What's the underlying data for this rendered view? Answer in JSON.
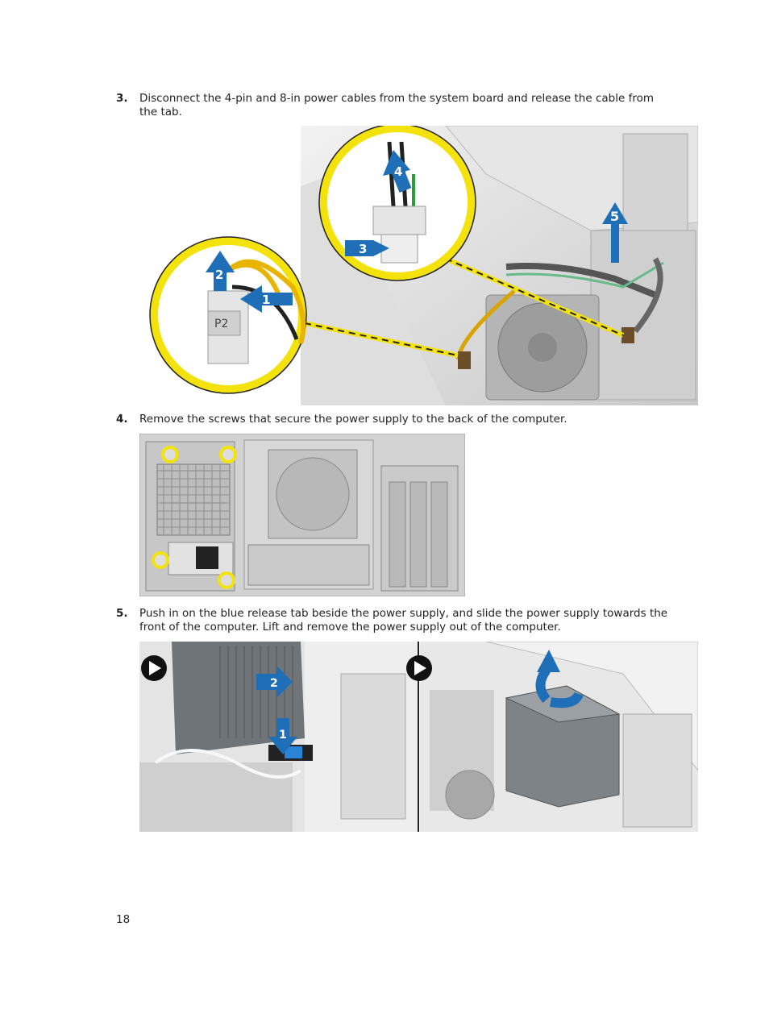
{
  "steps": [
    {
      "number": "3.",
      "text": "Disconnect the 4-pin and 8-in power cables from the system board and release the cable from the tab."
    },
    {
      "number": "4.",
      "text": "Remove the screws that secure the power supply to the back of the computer."
    },
    {
      "number": "5.",
      "text": "Push in on the blue release tab beside the power supply, and slide the power supply towards the front of the computer. Lift and remove the power supply out of the computer."
    }
  ],
  "figure1": {
    "callout_labels": [
      "1",
      "2",
      "3",
      "4",
      "5"
    ],
    "connector_label": "P2"
  },
  "figure3": {
    "callout_labels": [
      "1",
      "2"
    ]
  },
  "page_number": "18",
  "colors": {
    "callout_blue": "#1f6fb8",
    "ring_yellow": "#f4e20c"
  }
}
